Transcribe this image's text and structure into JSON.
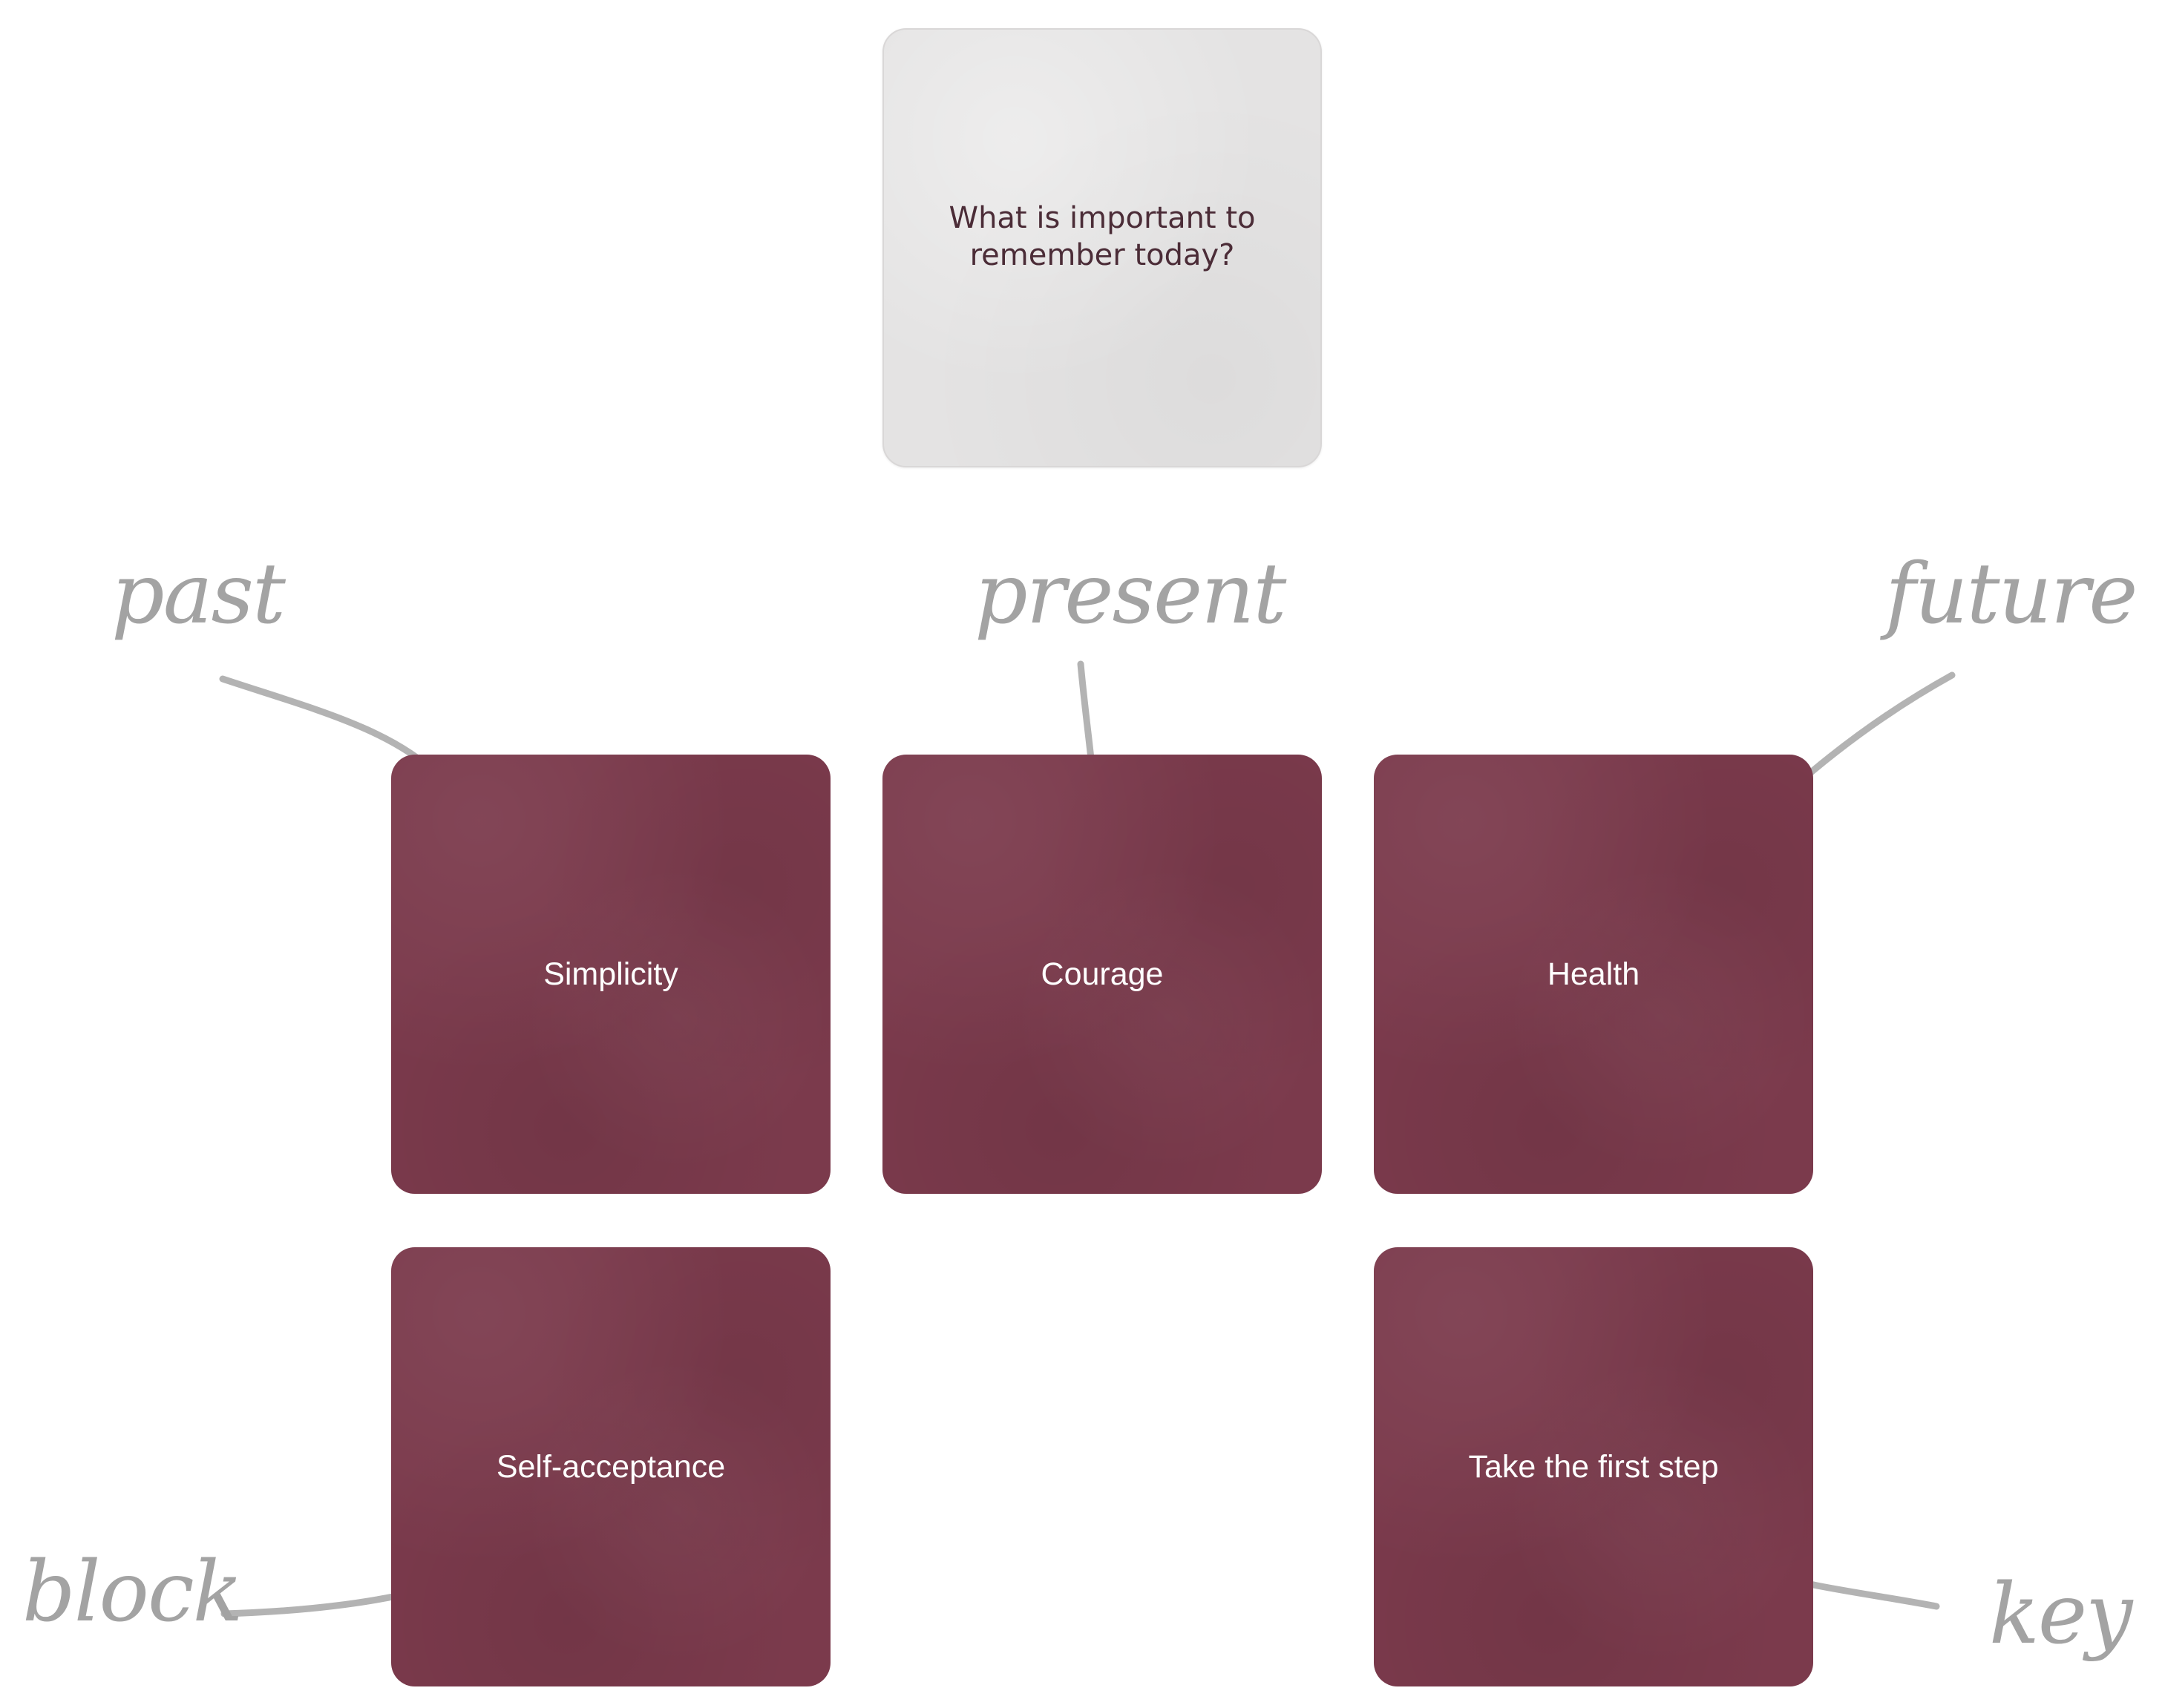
{
  "question": {
    "text": "What is important to\nremember today?"
  },
  "positions": [
    {
      "key": "past",
      "label": "past",
      "card": "Simplicity"
    },
    {
      "key": "present",
      "label": "present",
      "card": "Courage"
    },
    {
      "key": "future",
      "label": "future",
      "card": "Health"
    },
    {
      "key": "block",
      "label": "block",
      "card": "Self-acceptance"
    },
    {
      "key": "key",
      "label": "key",
      "card": "Take the first step"
    }
  ],
  "colors": {
    "answer_card": "#7b3a4c",
    "question_card": "#e4e3e3",
    "question_text": "#4b2c37",
    "label": "#a3a3a3",
    "connector": "#b3b3b3"
  }
}
